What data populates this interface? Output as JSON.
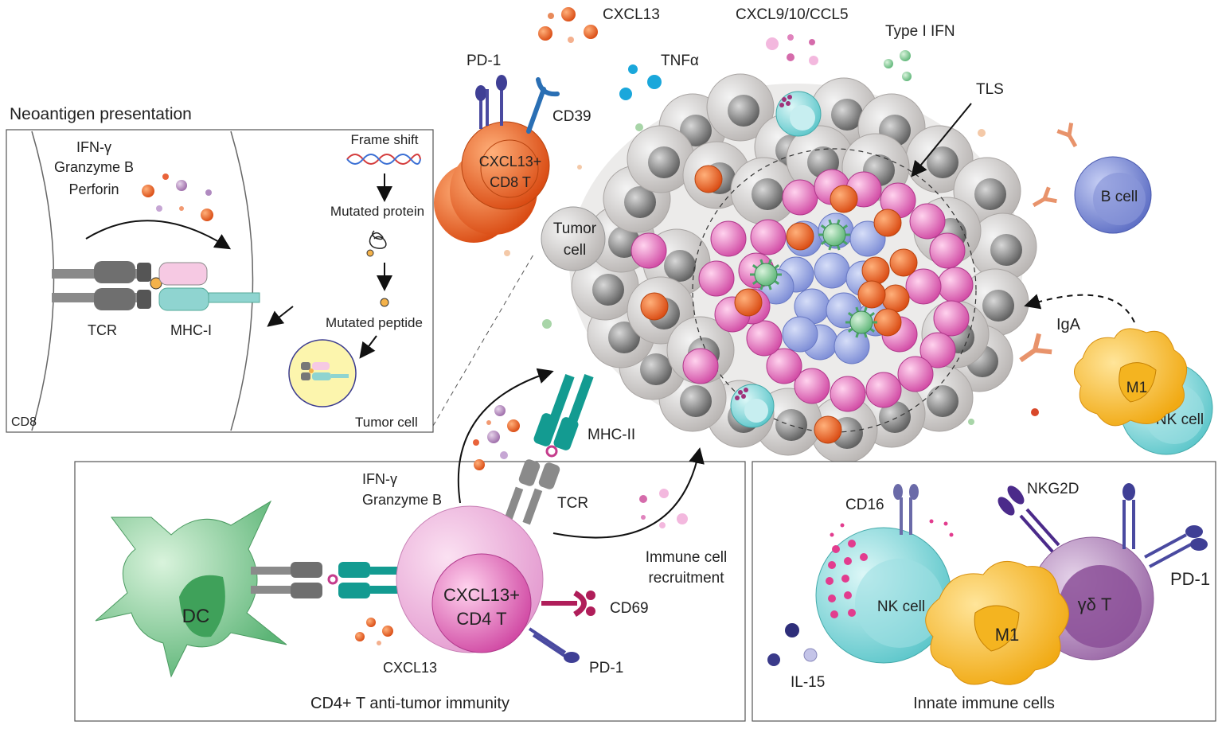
{
  "neoantigen_panel": {
    "title": "Neoantigen presentation",
    "effectors": [
      "IFN-γ",
      "Granzyme B",
      "Perforin"
    ],
    "tcr_label": "TCR",
    "mhc_label": "MHC-I",
    "cd8_label": "CD8",
    "tumor_cell_label": "Tumor cell",
    "pathway": [
      "Frame shift",
      "Mutated protein",
      "Mutated peptide"
    ]
  },
  "cd8_cell": {
    "label_line1": "CXCL13+",
    "label_line2": "CD8 T",
    "pd1": "PD-1",
    "cd39": "CD39",
    "cxcl13": "CXCL13"
  },
  "top_labels": {
    "chemokines": "CXCL9/10/CCL5",
    "ifn": "Type I IFN",
    "tnf": "TNFα",
    "tls": "TLS",
    "tumor_line1": "Tumor",
    "tumor_line2": "cell"
  },
  "right_side": {
    "b_cell": "B cell",
    "iga": "IgA",
    "m1": "M1",
    "nk_cell": "NK cell"
  },
  "cd4_panel": {
    "title": "CD4+ T anti-tumor immunity",
    "dc": "DC",
    "effector1": "IFN-γ",
    "effector2": "Granzyme B",
    "mhc2": "MHC-II",
    "tcr": "TCR",
    "cell_line1": "CXCL13+",
    "cell_line2": "CD4 T",
    "cd69": "CD69",
    "pd1": "PD-1",
    "cxcl13": "CXCL13",
    "recruit_line1": "Immune cell",
    "recruit_line2": "recruitment"
  },
  "innate_panel": {
    "title": "Innate immune cells",
    "cd16": "CD16",
    "nkg2d": "NKG2D",
    "pd1": "PD-1",
    "nk_cell": "NK cell",
    "m1": "M1",
    "gdt": "γδ T",
    "il15": "IL-15"
  }
}
